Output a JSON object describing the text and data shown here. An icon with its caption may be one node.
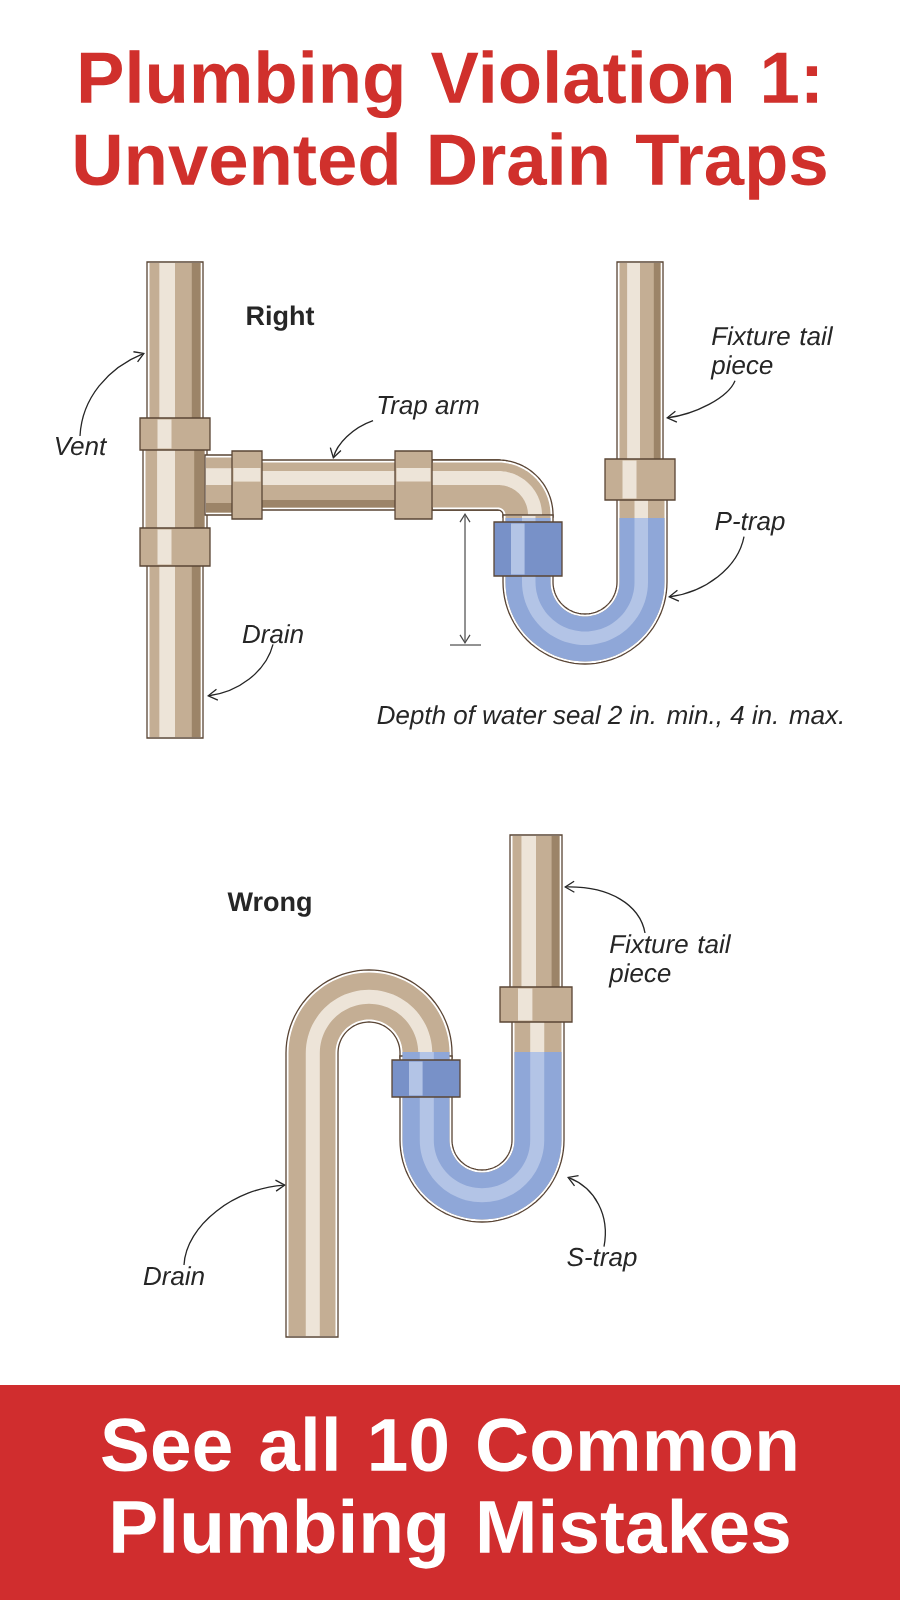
{
  "diagram": {
    "title": "Plumbing Violation 1: Unvented Drain Traps",
    "nodes": [
      {
        "text": [
          "Fixture tail piece"
        ]
      },
      {
        "text": [
          "Trap arm"
        ]
      },
      {
        "text": [
          "Vent"
        ]
      },
      {
        "text": [
          "P-trap"
        ]
      },
      {
        "text": [
          "Drain"
        ]
      },
      {
        "text": [
          "Fixture tail piece"
        ]
      },
      {
        "text": [
          "Drain"
        ]
      },
      {
        "text": [
          "S-trap"
        ]
      },
      {
        "text": [
          "See all 10 Common Plumbing Mistakes"
        ]
      }
    ],
    "edges": [
      {
        "from": 0,
        "to": null,
        "arrow": "to"
      },
      {
        "from": 1,
        "to": null,
        "arrow": "to"
      },
      {
        "from": 2,
        "to": null,
        "arrow": "to"
      },
      {
        "from": 3,
        "to": null,
        "arrow": "to"
      },
      {
        "from": 4,
        "to": null,
        "arrow": "to"
      },
      {
        "from": 5,
        "to": null,
        "arrow": "to"
      },
      {
        "from": 6,
        "to": null,
        "arrow": "to"
      },
      {
        "from": 7,
        "to": null,
        "arrow": "to"
      }
    ],
    "labels": [
      "Right",
      "Depth of water seal 2 in. min., 4 in. max.",
      "Wrong"
    ]
  }
}
